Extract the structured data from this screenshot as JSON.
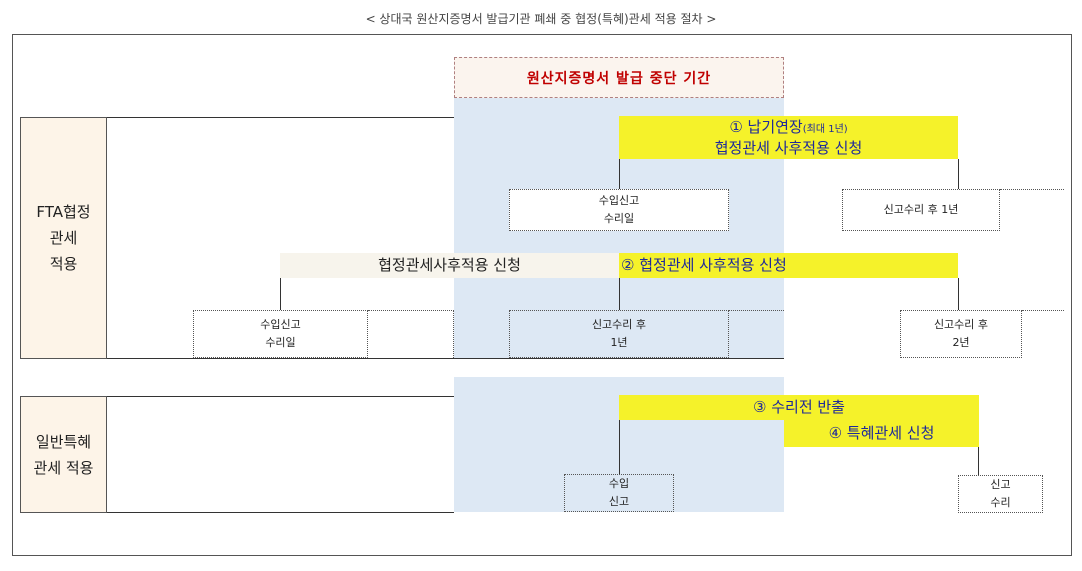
{
  "caption": "< 상대국 원산지증명서 발급기관 폐쇄 중 협정(특혜)관세 적용 절차 >",
  "halt_period": "원산지증명서 발급 중단 기간",
  "sections": {
    "fta": {
      "label_line1": "FTA협정",
      "label_line2": "관세",
      "label_line3": "적용"
    },
    "general": {
      "label_line1": "일반특혜",
      "label_line2": "관세 적용"
    }
  },
  "notes": {
    "n1_prefix": "① 납기연장",
    "n1_small": "(최대 1년)",
    "n1_line2": "협정관세 사후적용 신청",
    "post_application": "협정관세사후적용 신청",
    "n2": "② 협정관세 사후적용 신청",
    "n3": "③ 수리전 반출",
    "n4": "④ 특혜관세 신청"
  },
  "boxes": {
    "import_accept_1": {
      "l1": "수입신고",
      "l2": "수리일"
    },
    "after_1yr_1": {
      "l1": "신고수리 후 1년"
    },
    "import_accept_2": {
      "l1": "수입신고",
      "l2": "수리일"
    },
    "after_1yr_2": {
      "l1": "신고수리 후",
      "l2": "1년"
    },
    "after_2yr": {
      "l1": "신고수리 후",
      "l2": "2년"
    },
    "import_declare": {
      "l1": "수입",
      "l2": "신고"
    },
    "declare_accept": {
      "l1": "신고",
      "l2": "수리"
    }
  }
}
